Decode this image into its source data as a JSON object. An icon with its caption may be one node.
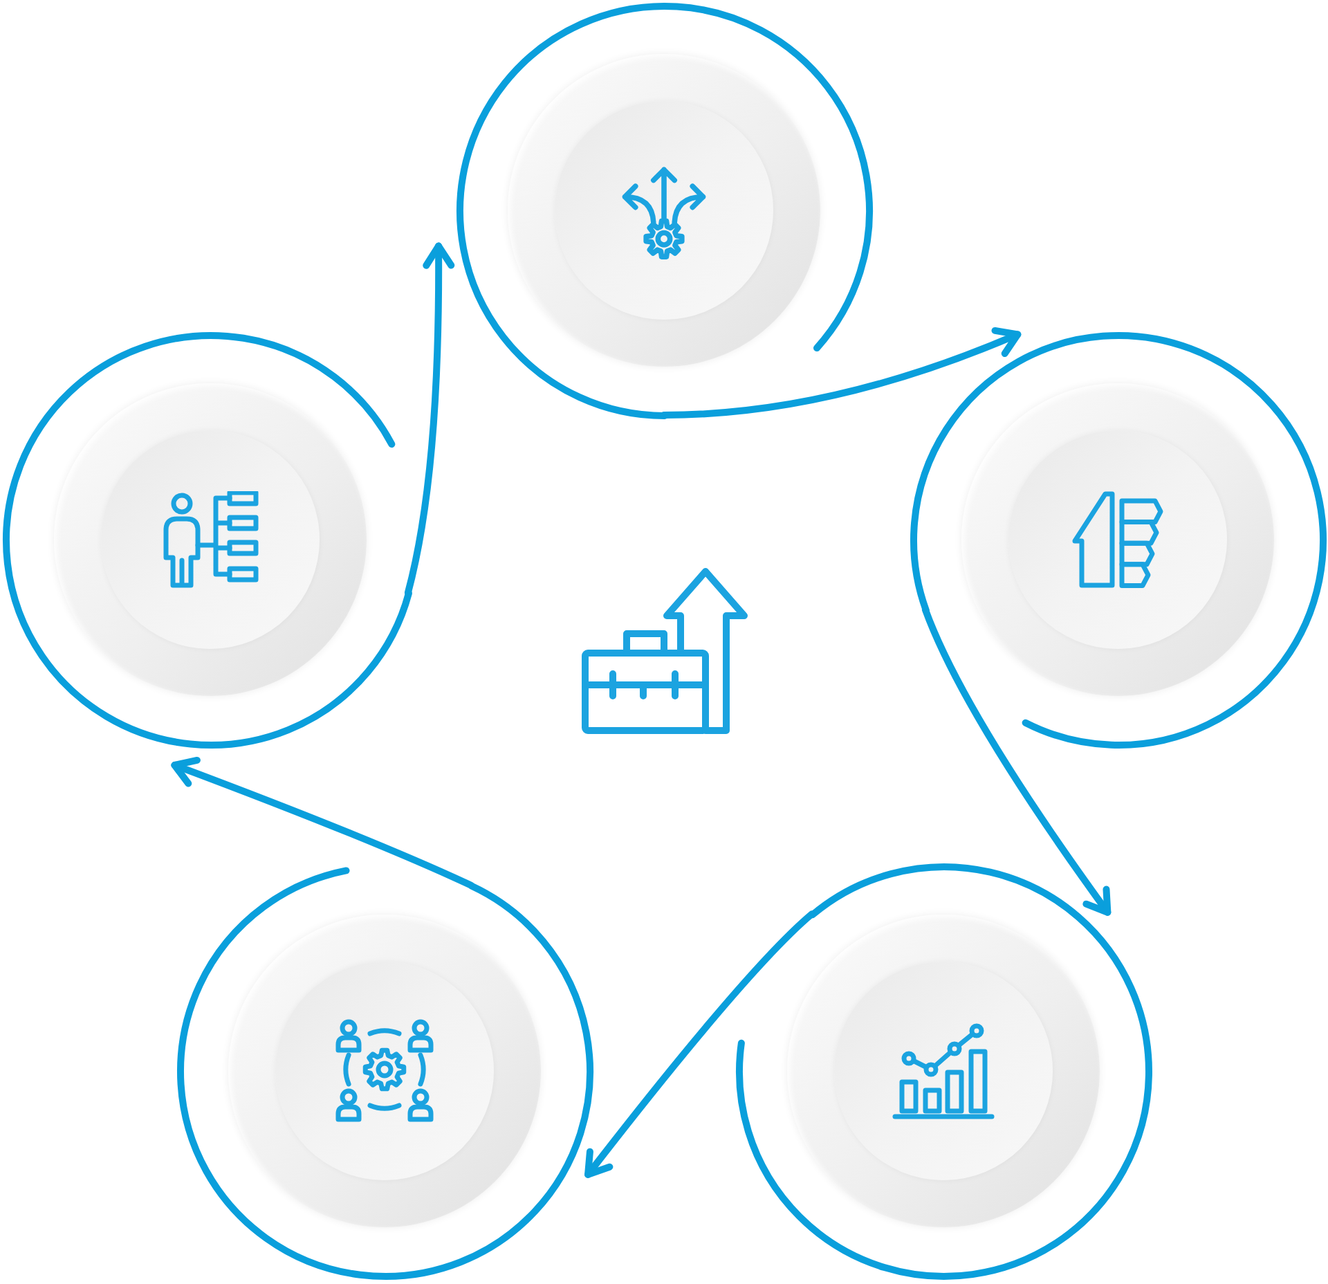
{
  "diagram": {
    "nodes": [
      {
        "text": [],
        "shape": "circle"
      },
      {
        "text": [],
        "shape": "circle"
      },
      {
        "text": [],
        "shape": "circle"
      },
      {
        "text": [],
        "shape": "circle"
      },
      {
        "text": [],
        "shape": "circle"
      }
    ],
    "edges": [
      {
        "from": 0,
        "to": 1,
        "arrow": "to"
      },
      {
        "from": 1,
        "to": 2,
        "arrow": "to"
      },
      {
        "from": 2,
        "to": 3,
        "arrow": "to"
      },
      {
        "from": 3,
        "to": 4,
        "arrow": "to"
      },
      {
        "from": 4,
        "to": 0,
        "arrow": "to"
      }
    ]
  }
}
